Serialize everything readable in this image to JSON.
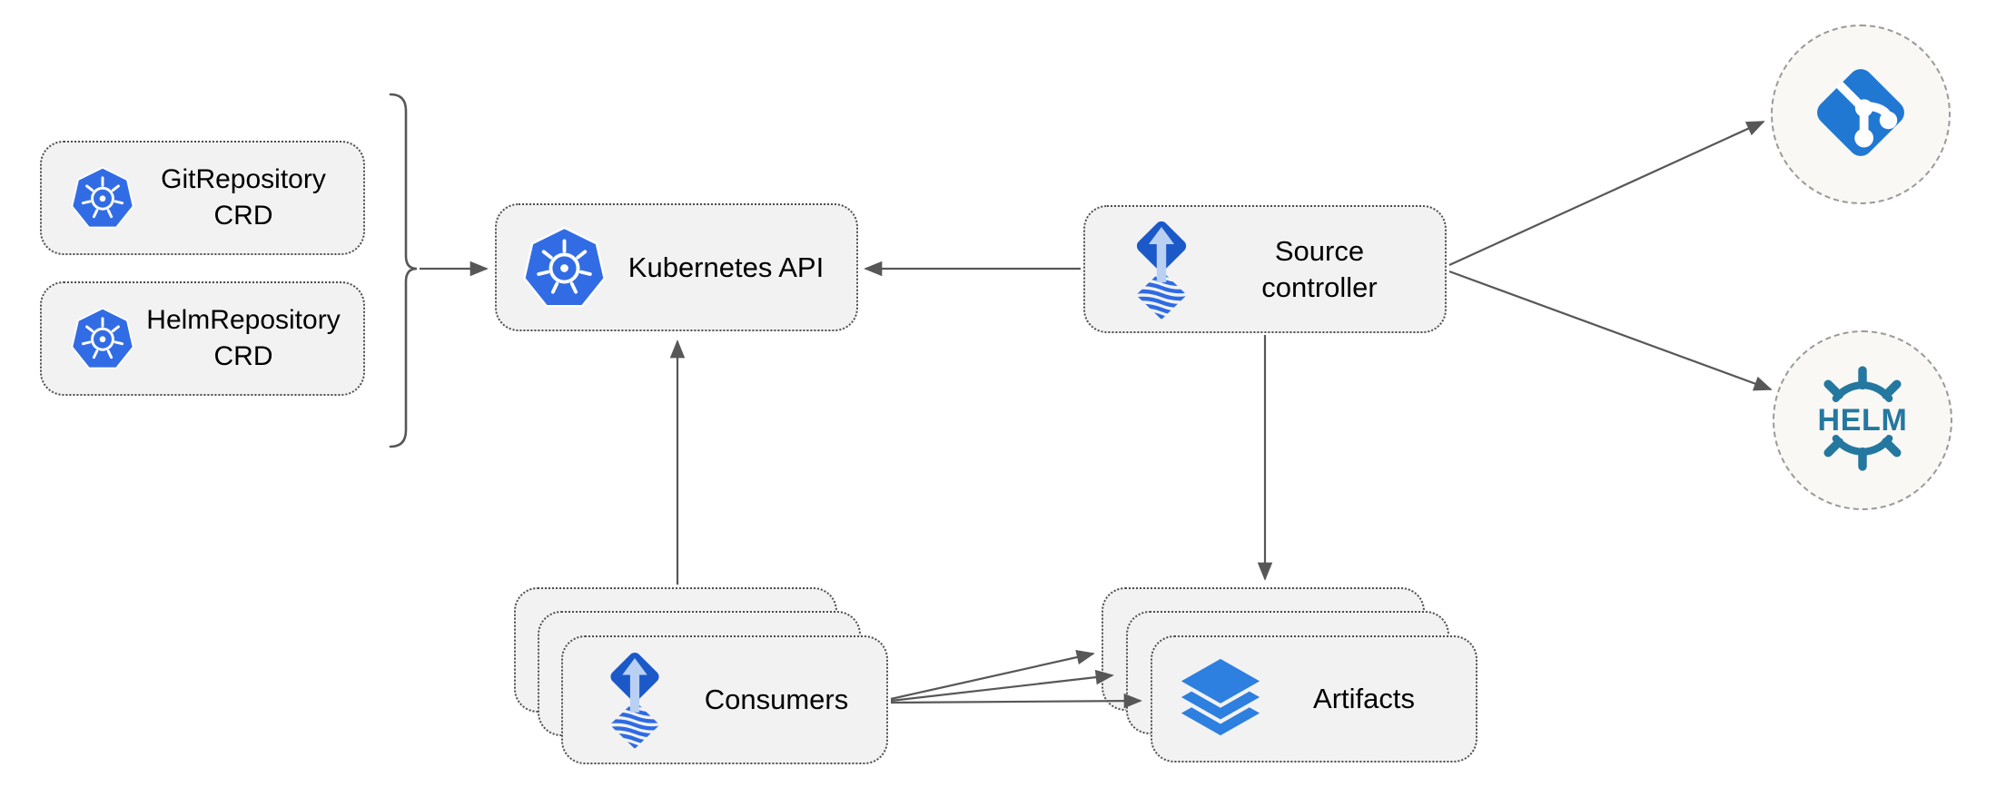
{
  "diagram": {
    "type": "architecture-diagram",
    "nodes": {
      "git_repository_crd": {
        "lines": [
          "GitRepository",
          "CRD"
        ],
        "icon": "kubernetes-icon"
      },
      "helm_repository_crd": {
        "lines": [
          "HelmRepository",
          "CRD"
        ],
        "icon": "kubernetes-icon"
      },
      "kubernetes_api": {
        "label": "Kubernetes API",
        "icon": "kubernetes-icon"
      },
      "source_controller": {
        "lines": [
          "Source",
          "controller"
        ],
        "icon": "source-controller-icon"
      },
      "consumers": {
        "label": "Consumers",
        "icon": "source-controller-icon",
        "stacked_layers": 3
      },
      "artifacts": {
        "label": "Artifacts",
        "icon": "layers-icon",
        "stacked_layers": 3
      },
      "git_repository": {
        "icon": "git-icon",
        "shape": "dashed-circle"
      },
      "helm_registry": {
        "label": "HELM",
        "icon": "helm-icon",
        "shape": "dashed-circle"
      }
    },
    "edges": [
      {
        "id": "crd-group-to-kubernetes-api",
        "from": "crd-group-brace",
        "to": "kubernetes_api",
        "arrows": 1
      },
      {
        "id": "source-controller-to-kubernetes-api",
        "from": "source_controller",
        "to": "kubernetes_api",
        "arrows": 1
      },
      {
        "id": "consumers-to-kubernetes-api",
        "from": "consumers",
        "to": "kubernetes_api",
        "arrows": 1
      },
      {
        "id": "source-controller-to-artifacts",
        "from": "source_controller",
        "to": "artifacts",
        "arrows": 1
      },
      {
        "id": "source-controller-to-git",
        "from": "source_controller",
        "to": "git_repository",
        "arrows": 1
      },
      {
        "id": "source-controller-to-helm",
        "from": "source_controller",
        "to": "helm_registry",
        "arrows": 1
      },
      {
        "id": "consumers-to-artifacts",
        "from": "consumers",
        "to": "artifacts",
        "arrows": 3
      }
    ],
    "colors": {
      "node_fill": "#f2f2f2",
      "node_border": "#4d4d4d",
      "circle_fill": "#faf8f4",
      "circle_border": "#9a9a9a",
      "edge": "#575757",
      "kubernetes_blue": "#326ce5",
      "flux_diamond_blue": "#1b59c9",
      "flux_wave_blue": "#2e6be4",
      "flux_arrow_light_blue": "#b9d0f2",
      "layers_blue": "#2d7fe0",
      "git_blue": "#2178d2",
      "helm_teal": "#2478a0",
      "text": "#000000"
    }
  }
}
